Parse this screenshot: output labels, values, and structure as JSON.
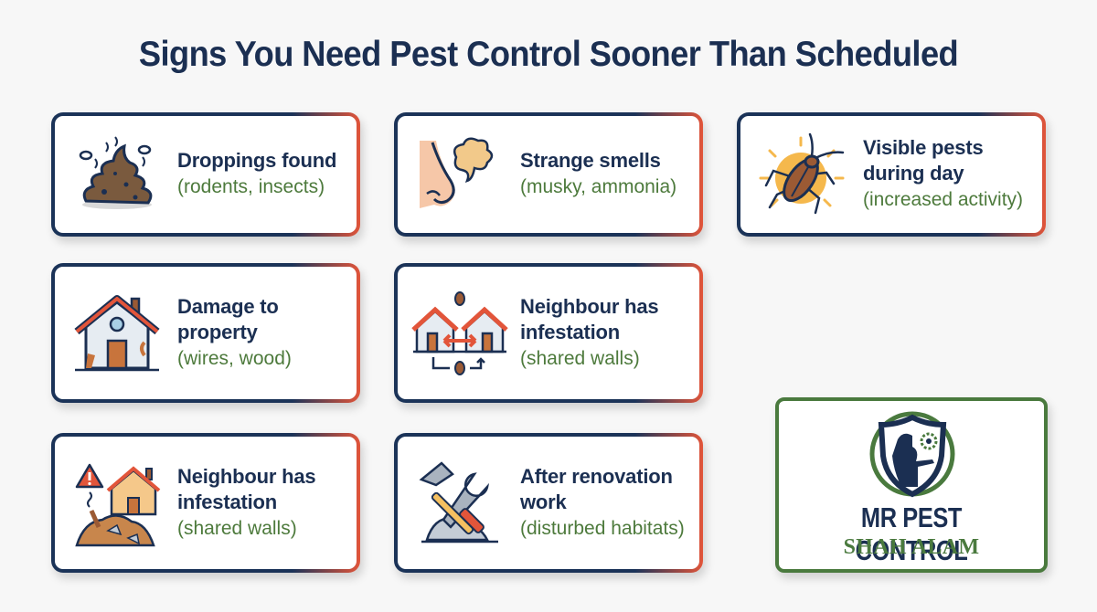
{
  "title": "Signs You Need Pest Control Sooner Than Scheduled",
  "colors": {
    "navy": "#1b2f52",
    "accent_red": "#e2553a",
    "green": "#4d7a3c",
    "background": "#f7f7f7"
  },
  "cards": [
    {
      "icon": "droppings-icon",
      "heading": "Droppings found",
      "sub": "(rodents, insects)"
    },
    {
      "icon": "nose-smell-icon",
      "heading": "Strange smells",
      "sub": "(musky, ammonia)"
    },
    {
      "icon": "cockroach-sun-icon",
      "heading": "Visible pests during day",
      "sub": "(increased activity)"
    },
    {
      "icon": "damaged-house-icon",
      "heading": "Damage to property",
      "sub": "(wires, wood)"
    },
    {
      "icon": "neighbour-houses-icon",
      "heading": "Neighbour has infestation",
      "sub": "(shared walls)"
    },
    {
      "icon": "house-debris-warning-icon",
      "heading": "Neighbour has infestation",
      "sub": "(shared walls)"
    },
    {
      "icon": "hammer-wrench-icon",
      "heading": "After renovation work",
      "sub": "(disturbed habitats)"
    }
  ],
  "logo": {
    "icon": "shield-exterminator-icon",
    "name": "MR PEST CONTROL",
    "location": "SHAH ALAM"
  }
}
